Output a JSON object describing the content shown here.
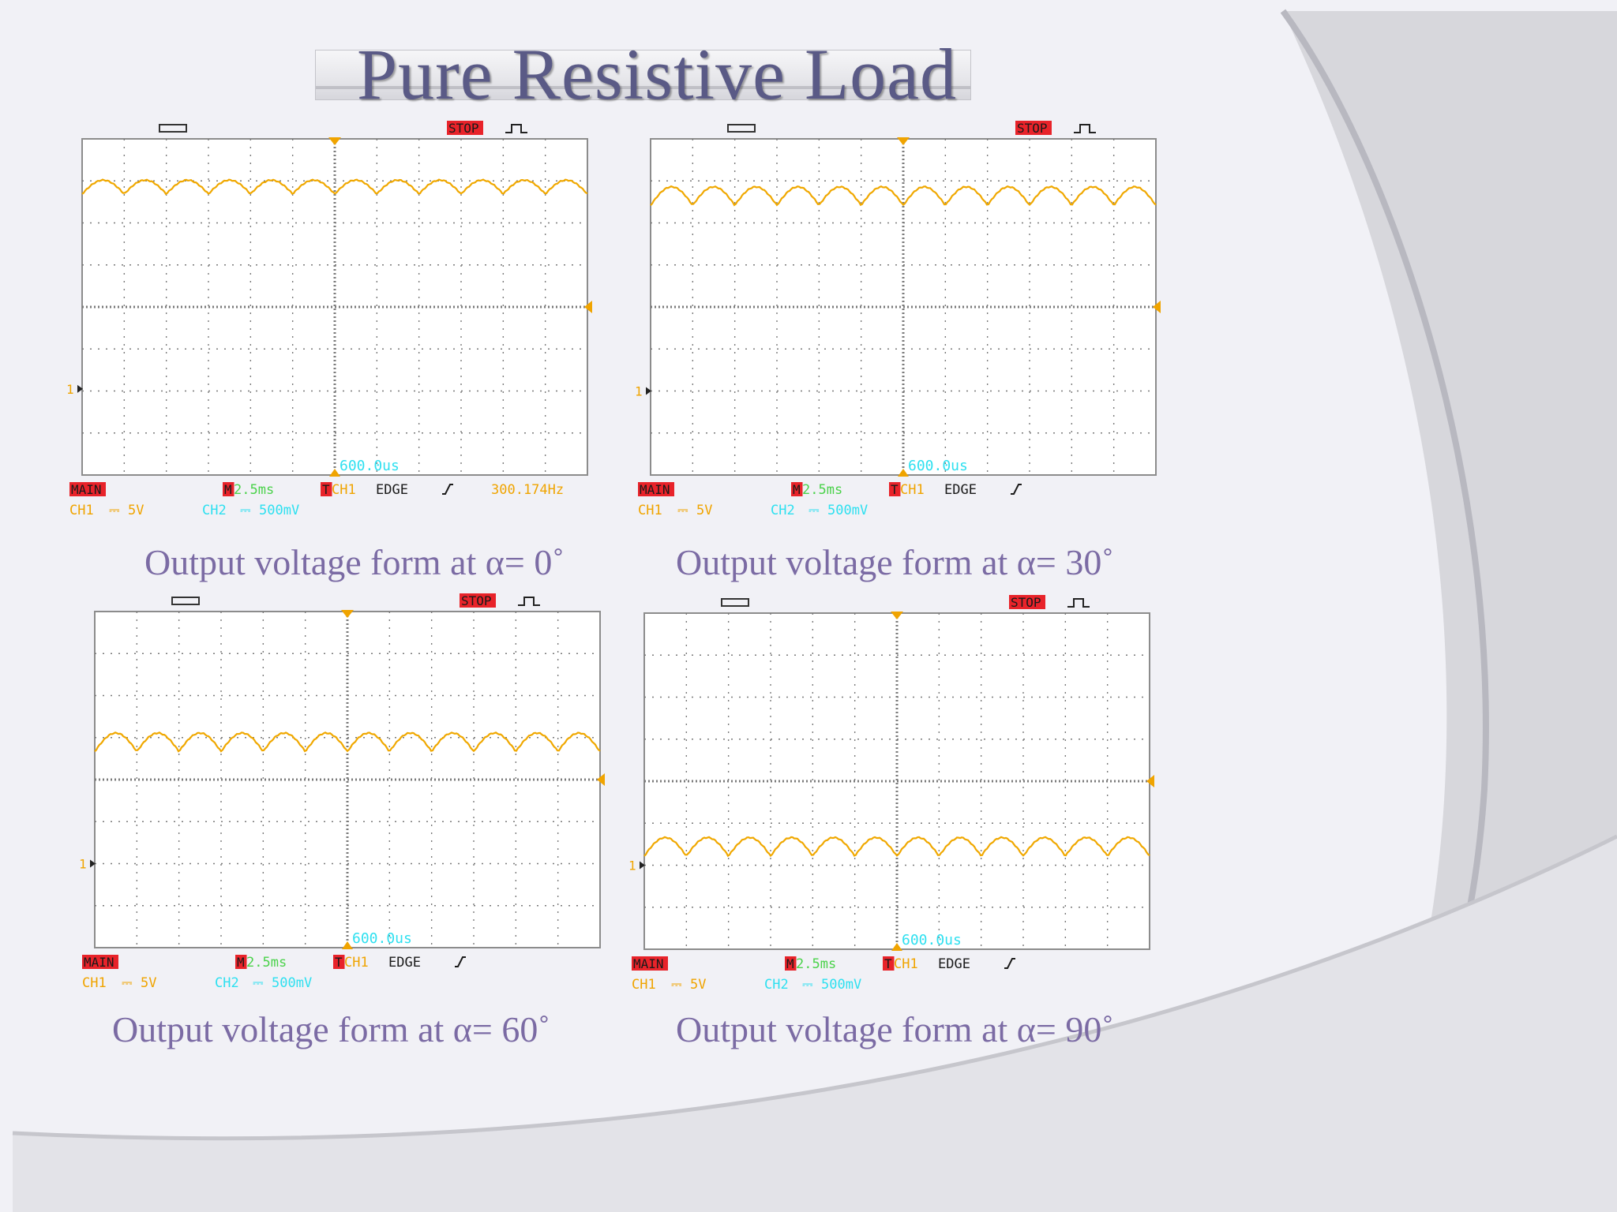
{
  "slide": {
    "title": "Pure Resistive Load",
    "colors": {
      "background": "#f1f1f6",
      "title": "#5a5a86",
      "caption": "#7b6ba4",
      "trace": "#f0a800",
      "readout_cyan": "#2ee0f0",
      "readout_green": "#4ad24a",
      "readout_orange": "#f0a400",
      "badge_red": "#e8232a",
      "grid": "#7a7a7a"
    }
  },
  "scopes": [
    {
      "caption": "Output voltage form at α= 0˚",
      "stop": "STOP",
      "trigger_pos": "600.0us",
      "main": "MAIN",
      "m": "M",
      "timebase": "2.5ms",
      "t": "T",
      "trig_src": "CH1",
      "trig_type": "EDGE",
      "freq": "300.174Hz",
      "ch1": "CH1",
      "ch1_scale": "5V",
      "ch2": "CH2",
      "ch2_scale": "500mV",
      "marker": "1",
      "level_div": 2.9,
      "ripple_div": 0.15,
      "ground_div": 1.95
    },
    {
      "caption": "Output voltage form at α= 30˚",
      "stop": "STOP",
      "trigger_pos": "600.0us",
      "main": "MAIN",
      "m": "M",
      "timebase": "2.5ms",
      "t": "T",
      "trig_src": "CH1",
      "trig_type": "EDGE",
      "freq": "",
      "ch1": "CH1",
      "ch1_scale": "5V",
      "ch2": "CH2",
      "ch2_scale": "500mV",
      "marker": "1",
      "level_div": 2.7,
      "ripple_div": 0.2,
      "ground_div": 2.0
    },
    {
      "caption": "Output voltage form at α= 60˚",
      "stop": "STOP",
      "trigger_pos": "600.0us",
      "main": "MAIN",
      "m": "M",
      "timebase": "2.5ms",
      "t": "T",
      "trig_src": "CH1",
      "trig_type": "EDGE",
      "freq": "",
      "ch1": "CH1",
      "ch1_scale": "5V",
      "ch2": "CH2",
      "ch2_scale": "500mV",
      "marker": "1",
      "level_div": 0.95,
      "ripple_div": 0.2,
      "ground_div": 2.0
    },
    {
      "caption": "Output voltage form at α= 90˚",
      "stop": "STOP",
      "trigger_pos": "600.0us",
      "main": "MAIN",
      "m": "M",
      "timebase": "2.5ms",
      "t": "T",
      "trig_src": "CH1",
      "trig_type": "EDGE",
      "freq": "",
      "ch1": "CH1",
      "ch1_scale": "5V",
      "ch2": "CH2",
      "ch2_scale": "500mV",
      "marker": "1",
      "level_div": -1.5,
      "ripple_div": 0.2,
      "ground_div": 2.0
    }
  ]
}
